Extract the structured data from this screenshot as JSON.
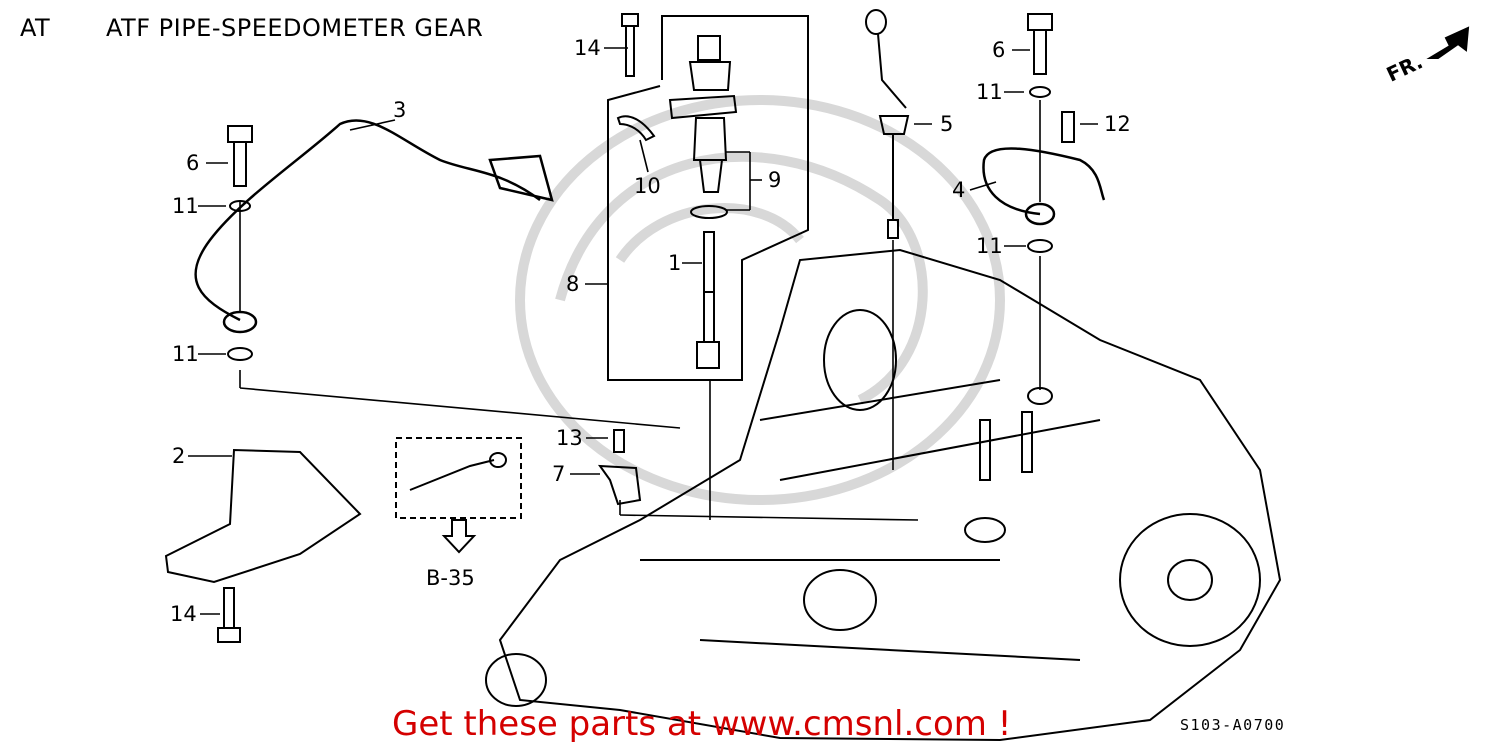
{
  "header": {
    "section": "AT",
    "title": "ATF PIPE-SPEEDOMETER GEAR"
  },
  "callouts": [
    {
      "id": "c-14-top",
      "label": "14"
    },
    {
      "id": "c-3",
      "label": "3"
    },
    {
      "id": "c-6-left",
      "label": "6"
    },
    {
      "id": "c-11-left-a",
      "label": "11"
    },
    {
      "id": "c-11-left-b",
      "label": "11"
    },
    {
      "id": "c-10",
      "label": "10"
    },
    {
      "id": "c-9",
      "label": "9"
    },
    {
      "id": "c-1",
      "label": "1"
    },
    {
      "id": "c-8",
      "label": "8"
    },
    {
      "id": "c-5",
      "label": "5"
    },
    {
      "id": "c-6-right",
      "label": "6"
    },
    {
      "id": "c-11-right-a",
      "label": "11"
    },
    {
      "id": "c-12",
      "label": "12"
    },
    {
      "id": "c-4",
      "label": "4"
    },
    {
      "id": "c-11-right-b",
      "label": "11"
    },
    {
      "id": "c-2",
      "label": "2"
    },
    {
      "id": "c-13",
      "label": "13"
    },
    {
      "id": "c-7",
      "label": "7"
    },
    {
      "id": "c-14-bottom",
      "label": "14"
    }
  ],
  "reference": {
    "label": "B-35"
  },
  "direction": {
    "label": "FR."
  },
  "drawing_code": "S103-A0700",
  "promo": "Get these parts at www.cmsnl.com !",
  "colors": {
    "line": "#000000",
    "promo": "#d40000",
    "watermark": "#d8d8d8"
  }
}
